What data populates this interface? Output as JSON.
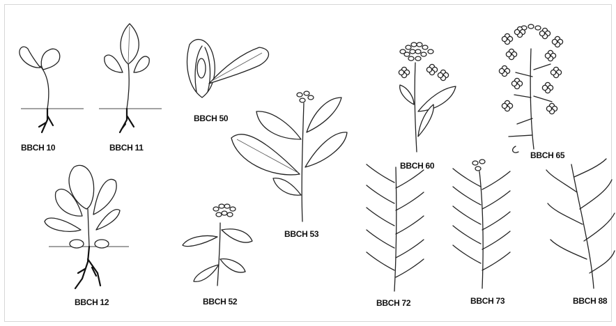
{
  "figure": {
    "stages": [
      {
        "id": "bbch-10",
        "label": "BBCH 10"
      },
      {
        "id": "bbch-11",
        "label": "BBCH 11"
      },
      {
        "id": "bbch-12",
        "label": "BBCH 12"
      },
      {
        "id": "bbch-50",
        "label": "BBCH 50"
      },
      {
        "id": "bbch-52",
        "label": "BBCH 52"
      },
      {
        "id": "bbch-53",
        "label": "BBCH 53"
      },
      {
        "id": "bbch-60",
        "label": "BBCH 60"
      },
      {
        "id": "bbch-65",
        "label": "BBCH 65"
      },
      {
        "id": "bbch-72",
        "label": "BBCH 72"
      },
      {
        "id": "bbch-73",
        "label": "BBCH 73"
      },
      {
        "id": "bbch-88",
        "label": "BBCH 88"
      }
    ]
  }
}
